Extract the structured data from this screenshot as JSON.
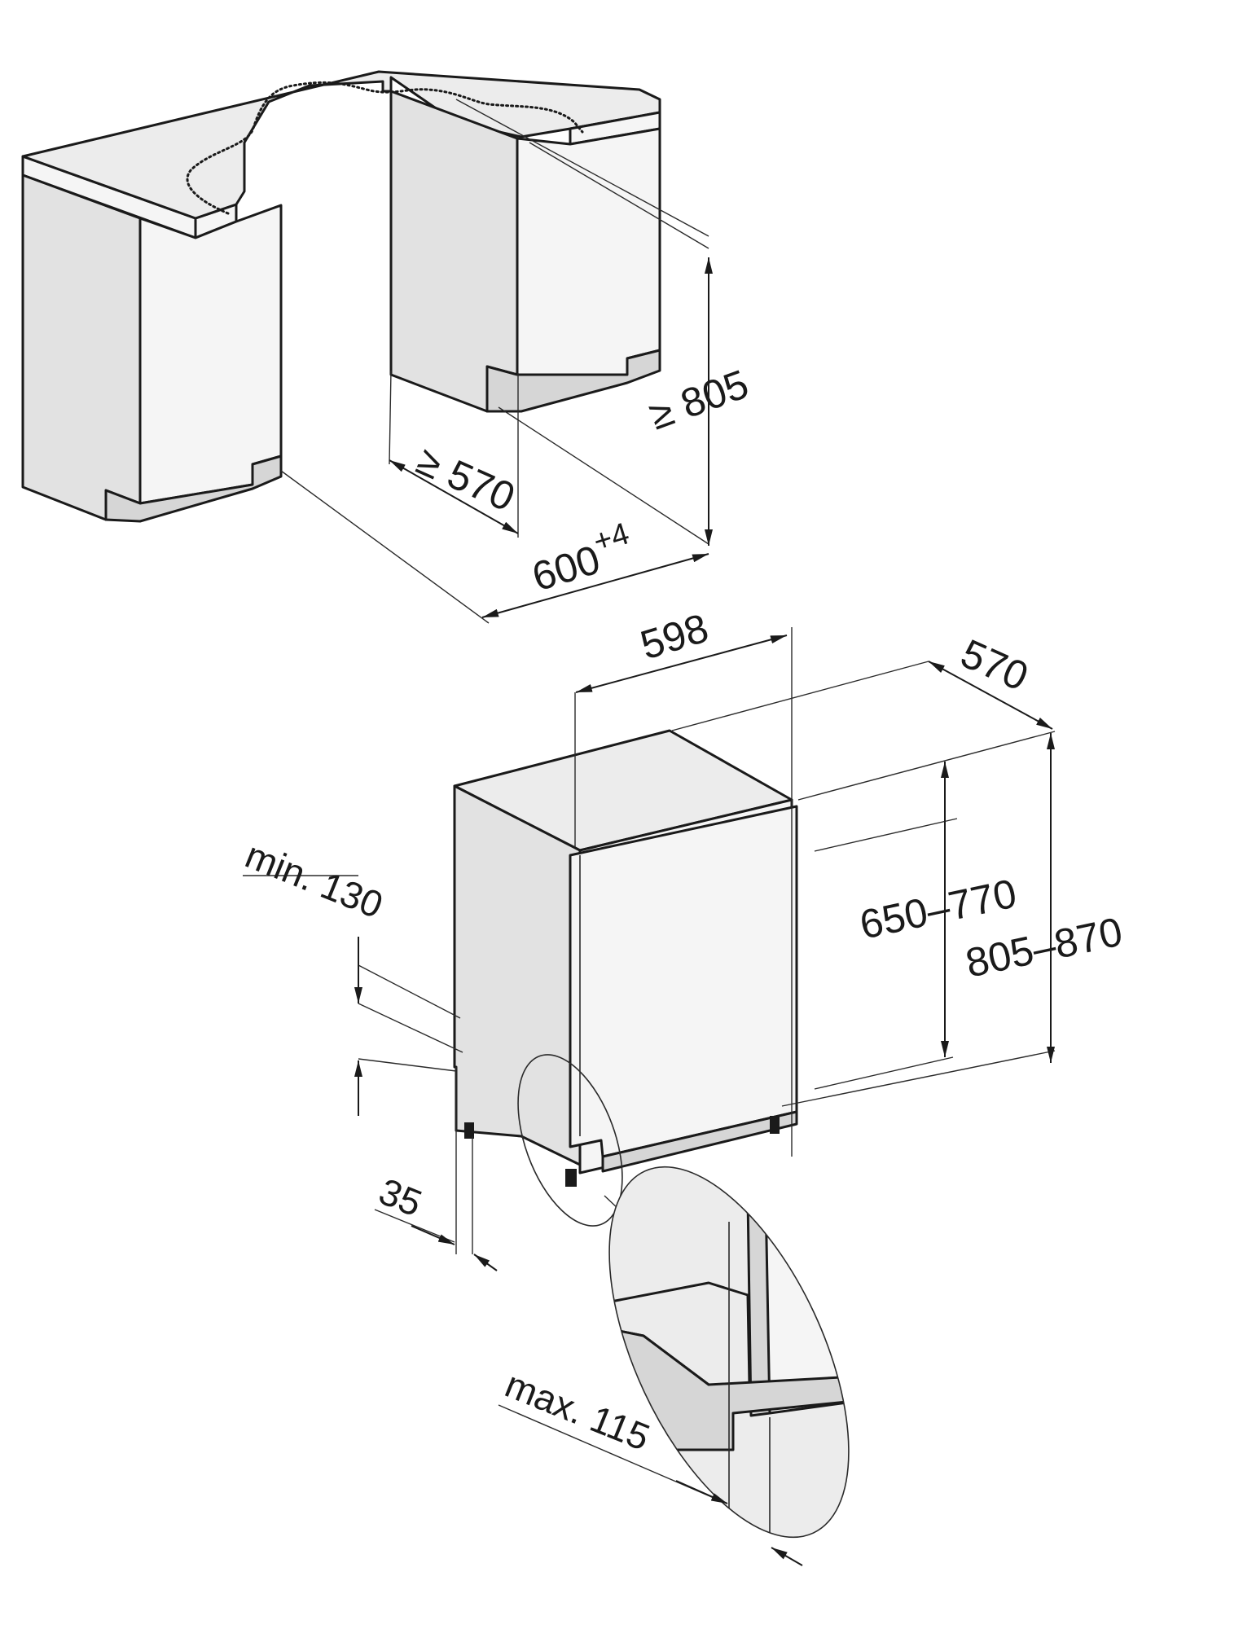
{
  "niche_dims": {
    "height_min": "≥ 805",
    "depth_min": "≥ 570",
    "width_base": "600",
    "width_tolerance": "+4"
  },
  "appliance_dims": {
    "width": "598",
    "depth": "570",
    "door_height": "650–770",
    "total_height": "805–870",
    "plinth_min": "min. 130",
    "recess": "35",
    "plinth_max": "max. 115"
  },
  "colors": {
    "line": "#1a1a1a",
    "top_face": "#ececec",
    "front_face": "#f5f5f5",
    "side_face": "#e2e2e2"
  }
}
